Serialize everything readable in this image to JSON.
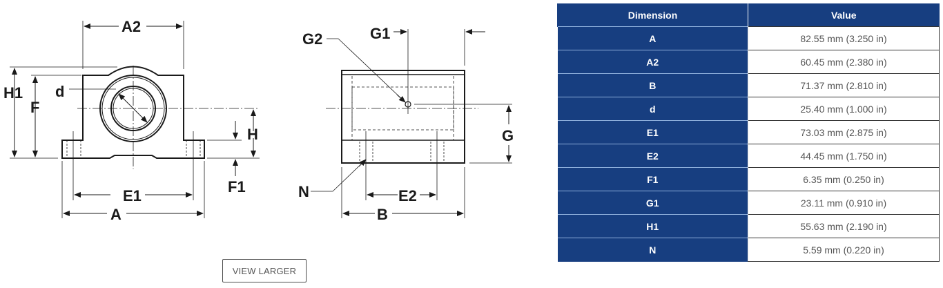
{
  "drawing": {
    "front_view_labels": {
      "A2": "A2",
      "H1": "H1",
      "F": "F",
      "d": "d",
      "H": "H",
      "F1": "F1",
      "E1": "E1",
      "A": "A"
    },
    "side_view_labels": {
      "G2": "G2",
      "G1": "G1",
      "G": "G",
      "N": "N",
      "E2": "E2",
      "B": "B"
    },
    "view_larger_label": "VIEW LARGER"
  },
  "table": {
    "headers": {
      "dimension": "Dimension",
      "value": "Value"
    },
    "rows": [
      {
        "dimension": "A",
        "value": "82.55 mm (3.250 in)"
      },
      {
        "dimension": "A2",
        "value": "60.45 mm (2.380 in)"
      },
      {
        "dimension": "B",
        "value": "71.37 mm (2.810 in)"
      },
      {
        "dimension": "d",
        "value": "25.40 mm (1.000 in)"
      },
      {
        "dimension": "E1",
        "value": "73.03 mm (2.875 in)"
      },
      {
        "dimension": "E2",
        "value": "44.45 mm (1.750 in)"
      },
      {
        "dimension": "F1",
        "value": "6.35 mm (0.250 in)"
      },
      {
        "dimension": "G1",
        "value": "23.11 mm (0.910 in)"
      },
      {
        "dimension": "H1",
        "value": "55.63 mm (2.190 in)"
      },
      {
        "dimension": "N",
        "value": "5.59 mm (0.220 in)"
      }
    ]
  },
  "colors": {
    "header_bg": "#173e80",
    "header_text": "#ffffff",
    "value_text": "#555555"
  }
}
